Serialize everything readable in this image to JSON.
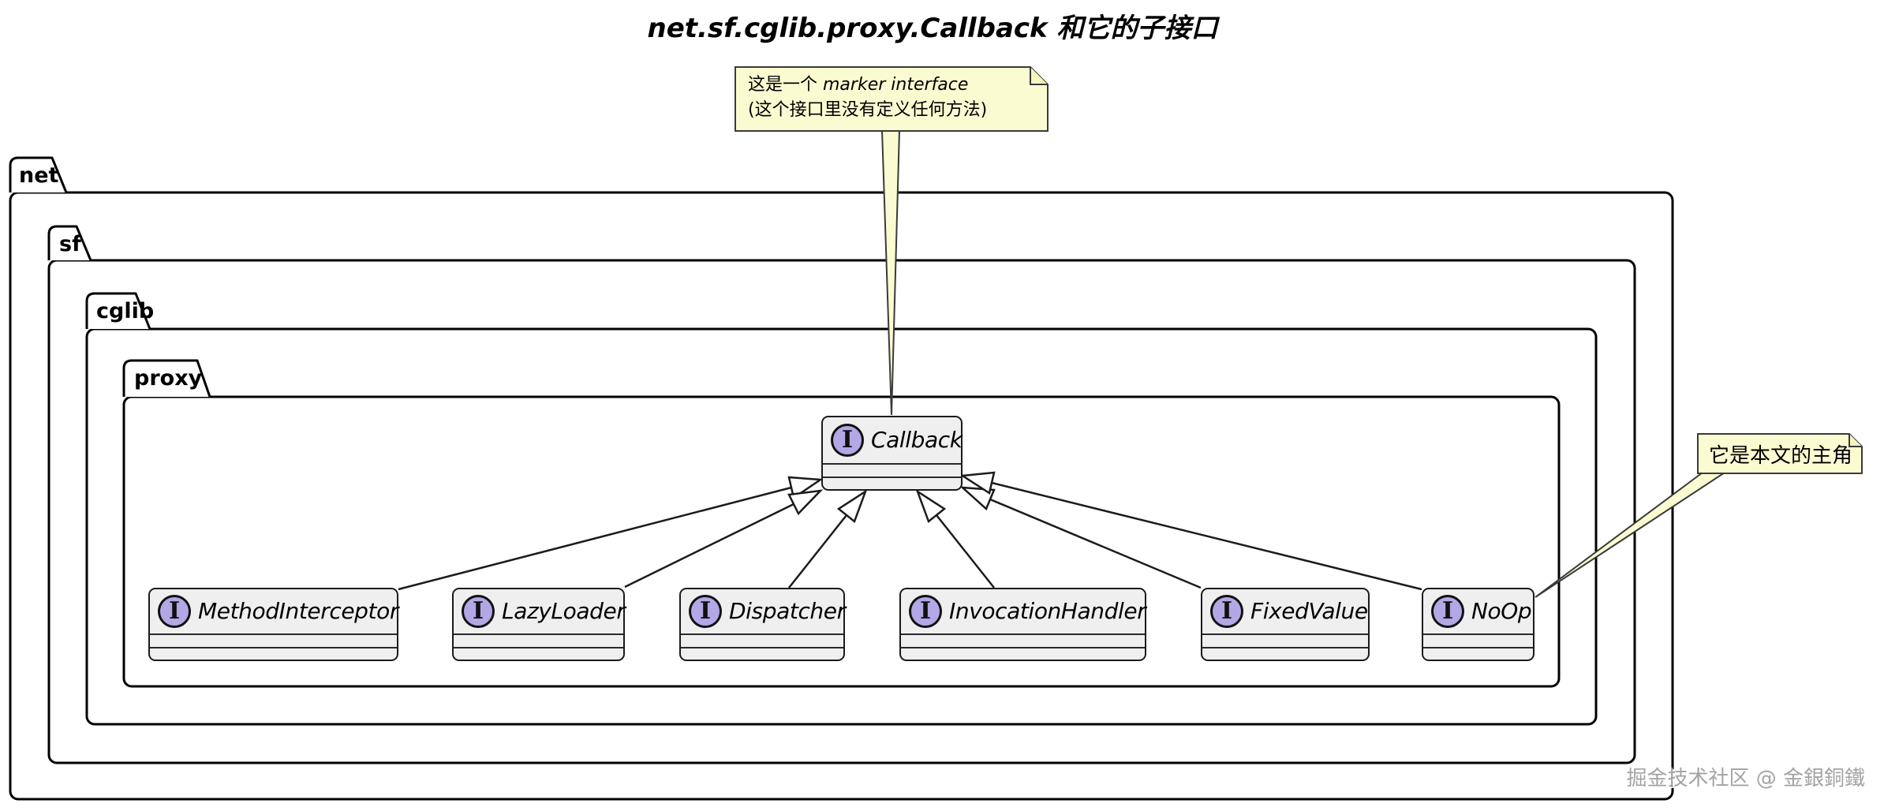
{
  "title": "net.sf.cglib.proxy.Callback 和它的子接口",
  "icon_letter": "I",
  "packages": [
    {
      "name": "net"
    },
    {
      "name": "sf"
    },
    {
      "name": "cglib"
    },
    {
      "name": "proxy"
    }
  ],
  "interfaces": {
    "callback": {
      "name": "Callback"
    },
    "subs": [
      {
        "name": "MethodInterceptor"
      },
      {
        "name": "LazyLoader"
      },
      {
        "name": "Dispatcher"
      },
      {
        "name": "InvocationHandler"
      },
      {
        "name": "FixedValue"
      },
      {
        "name": "NoOp"
      }
    ]
  },
  "relations": [
    {
      "from": "MethodInterceptor",
      "to": "Callback",
      "type": "generalization"
    },
    {
      "from": "LazyLoader",
      "to": "Callback",
      "type": "generalization"
    },
    {
      "from": "Dispatcher",
      "to": "Callback",
      "type": "generalization"
    },
    {
      "from": "InvocationHandler",
      "to": "Callback",
      "type": "generalization"
    },
    {
      "from": "FixedValue",
      "to": "Callback",
      "type": "generalization"
    },
    {
      "from": "NoOp",
      "to": "Callback",
      "type": "generalization"
    }
  ],
  "notes": {
    "marker": {
      "text_prefix": "这是一个 ",
      "text_italic": "marker interface",
      "line2": "(这个接口里没有定义任何方法)",
      "attached_to": "Callback"
    },
    "protagonist": {
      "text": "它是本文的主角",
      "attached_to": "NoOp"
    }
  },
  "watermark": "掘金技术社区 @ 金銀銅鐵",
  "colors": {
    "background": "#ffffff",
    "box_fill": "#EFEFEF",
    "box_border": "#1b1b1b",
    "icon_fill": "#B4A7E5",
    "note_fill": "#FBFBD2",
    "note_border": "#3a3a3a",
    "package_border": "#000000",
    "watermark_text": "#a3a3a3"
  }
}
